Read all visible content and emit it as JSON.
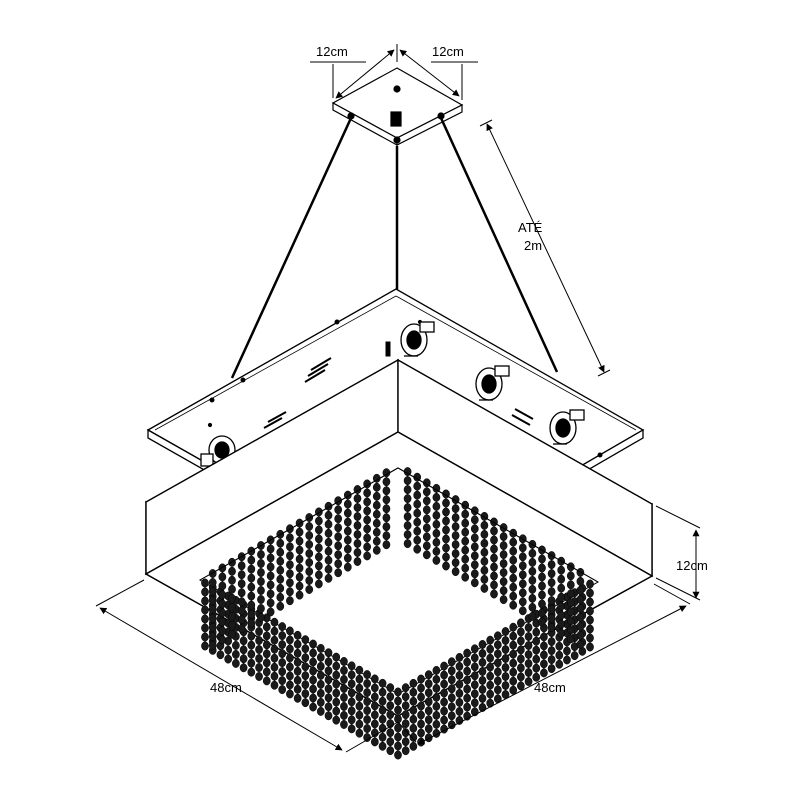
{
  "dimensions": {
    "canopy_width_left": "12cm",
    "canopy_width_right": "12cm",
    "cable_length_line1": "ATÉ",
    "cable_length_line2": "2m",
    "body_height": "12cm",
    "body_width_left": "48cm",
    "body_width_right": "48cm"
  },
  "colors": {
    "line": "#000000",
    "crystal": "#1a1a1a",
    "background": "#ffffff"
  }
}
